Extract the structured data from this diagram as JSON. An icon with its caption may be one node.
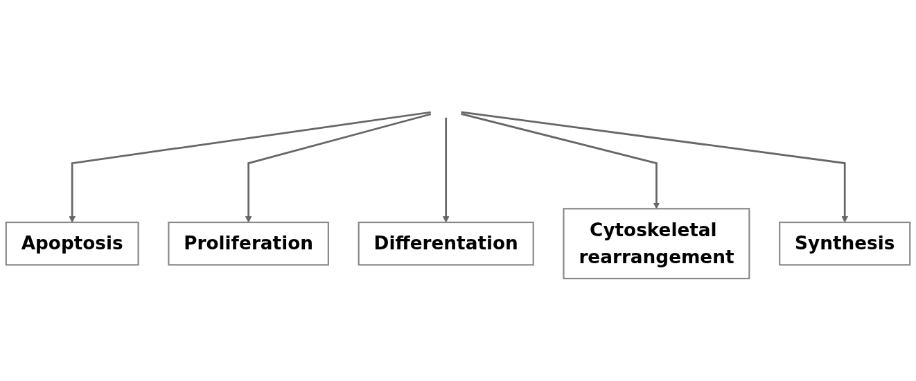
{
  "diagram": {
    "nodes": [
      {
        "text": [
          "Apoptosis"
        ]
      },
      {
        "text": [
          "Synthesis"
        ]
      },
      {
        "text": [
          "Proliferation"
        ]
      },
      {
        "text": [
          "Cytoskeletal rearrangement"
        ]
      },
      {
        "text": [
          "Differentation"
        ]
      }
    ],
    "edges": [
      {
        "from": null,
        "to": 0,
        "arrow": "to"
      },
      {
        "from": null,
        "to": 2,
        "arrow": "to"
      },
      {
        "from": null,
        "to": 4,
        "arrow": "to"
      },
      {
        "from": null,
        "to": 3,
        "arrow": "to"
      },
      {
        "from": null,
        "to": 1,
        "arrow": "to"
      }
    ]
  }
}
